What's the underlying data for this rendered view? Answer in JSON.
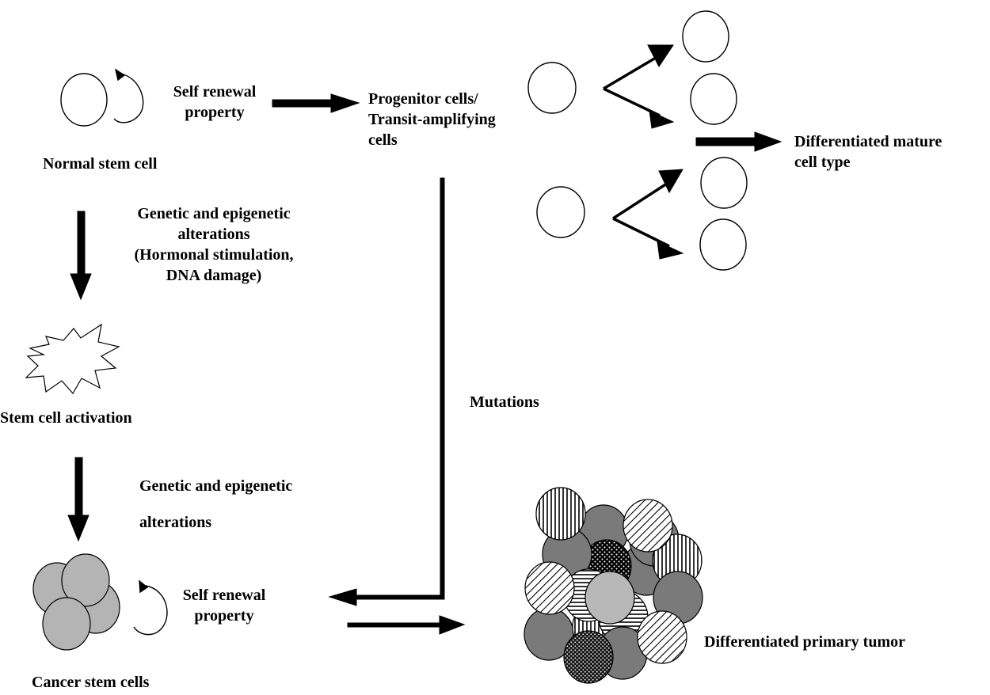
{
  "labels": {
    "normal_stem_cell": "Normal  stem cell",
    "self_renewal_top_1": "Self renewal",
    "self_renewal_top_2": "property",
    "progenitor_1": "Progenitor cells/",
    "progenitor_2": "Transit-amplifying",
    "progenitor_3": "cells",
    "differentiated_mature_1": "Differentiated mature",
    "differentiated_mature_2": "cell type",
    "genetic_epi_1_line1": "Genetic and epigenetic",
    "genetic_epi_1_line2": "alterations",
    "genetic_epi_1_line3": "(Hormonal stimulation,",
    "genetic_epi_1_line4": "DNA damage)",
    "stem_cell_activation": "Stem cell activation",
    "mutations": "Mutations",
    "genetic_epi_2_line1": "Genetic and epigenetic",
    "genetic_epi_2_line2": "alterations",
    "self_renewal_bottom_1": "Self renewal",
    "self_renewal_bottom_2": "property",
    "cancer_stem_cells": "Cancer stem cells",
    "differentiated_primary_tumor": "Differentiated primary tumor"
  },
  "colors": {
    "cancer_cell_fill": "#b4b4b4",
    "tumor_dark_fill": "#7a7a7a",
    "tumor_light_fill": "#b8b8b8",
    "stroke": "#000000"
  }
}
